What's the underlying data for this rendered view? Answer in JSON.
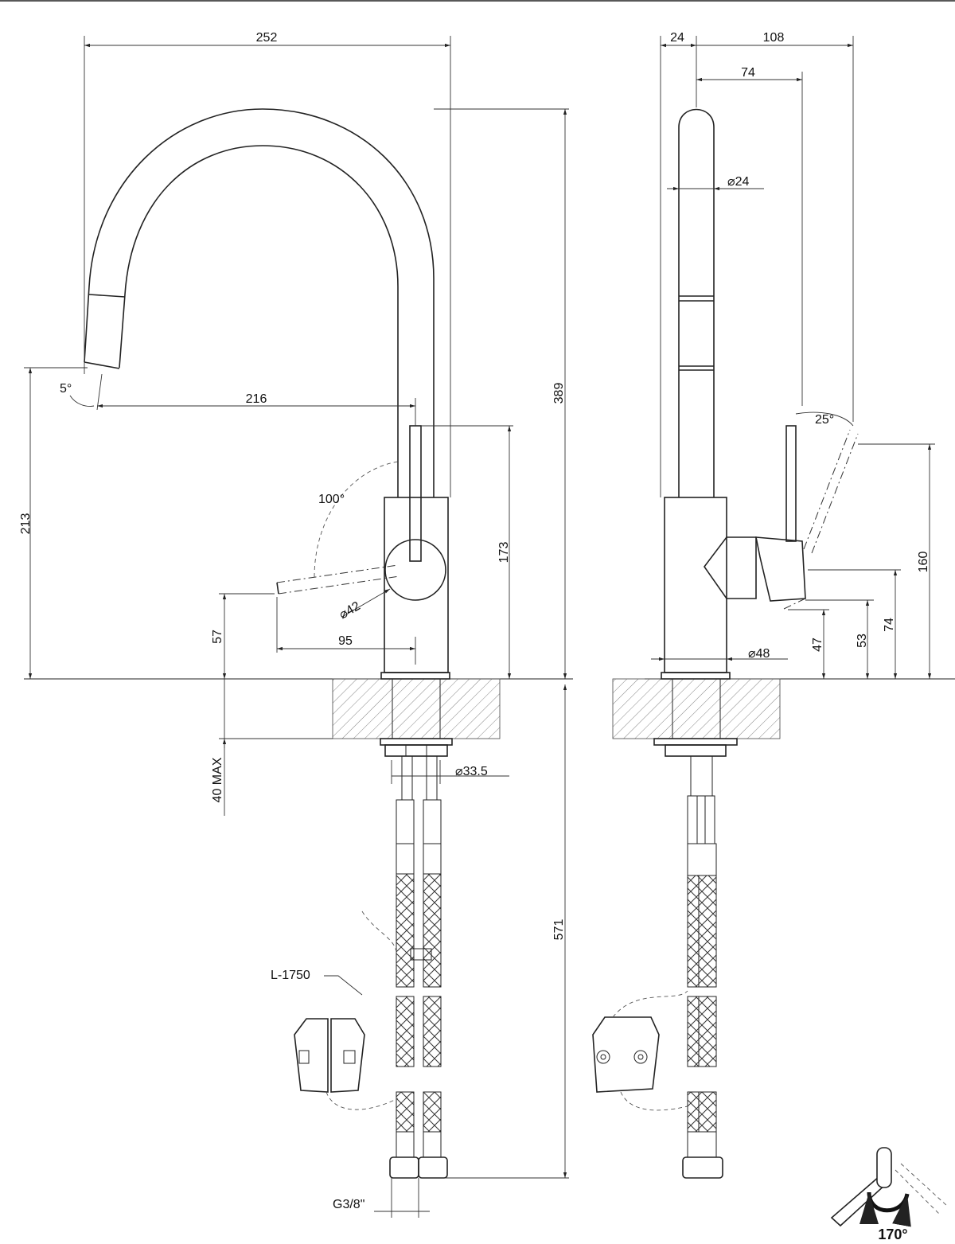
{
  "drawing": {
    "front_view": {
      "width_total": "252",
      "spout_reach": "216",
      "spout_angle": "5°",
      "outlet_height": "213",
      "lever_rotation": "100°",
      "lever_height": "173",
      "total_height": "389",
      "knob_diameter": "⌀42",
      "lever_length": "95",
      "lever_base_height": "57",
      "counter_thickness": "40 MAX",
      "shank_diameter": "⌀33.5",
      "hose_length_dim": "571",
      "hose_length_label": "L-1750",
      "connection": "G3/8\""
    },
    "side_view": {
      "offset_back": "24",
      "depth_total": "108",
      "spout_offset": "74",
      "spout_diameter": "⌀24",
      "lever_tilt": "25°",
      "lever_height": "160",
      "lever_pivot_height": "74",
      "handle_height": "53",
      "handle_bottom": "47",
      "body_diameter": "⌀48"
    },
    "swivel_icon": {
      "angle": "170°"
    }
  }
}
